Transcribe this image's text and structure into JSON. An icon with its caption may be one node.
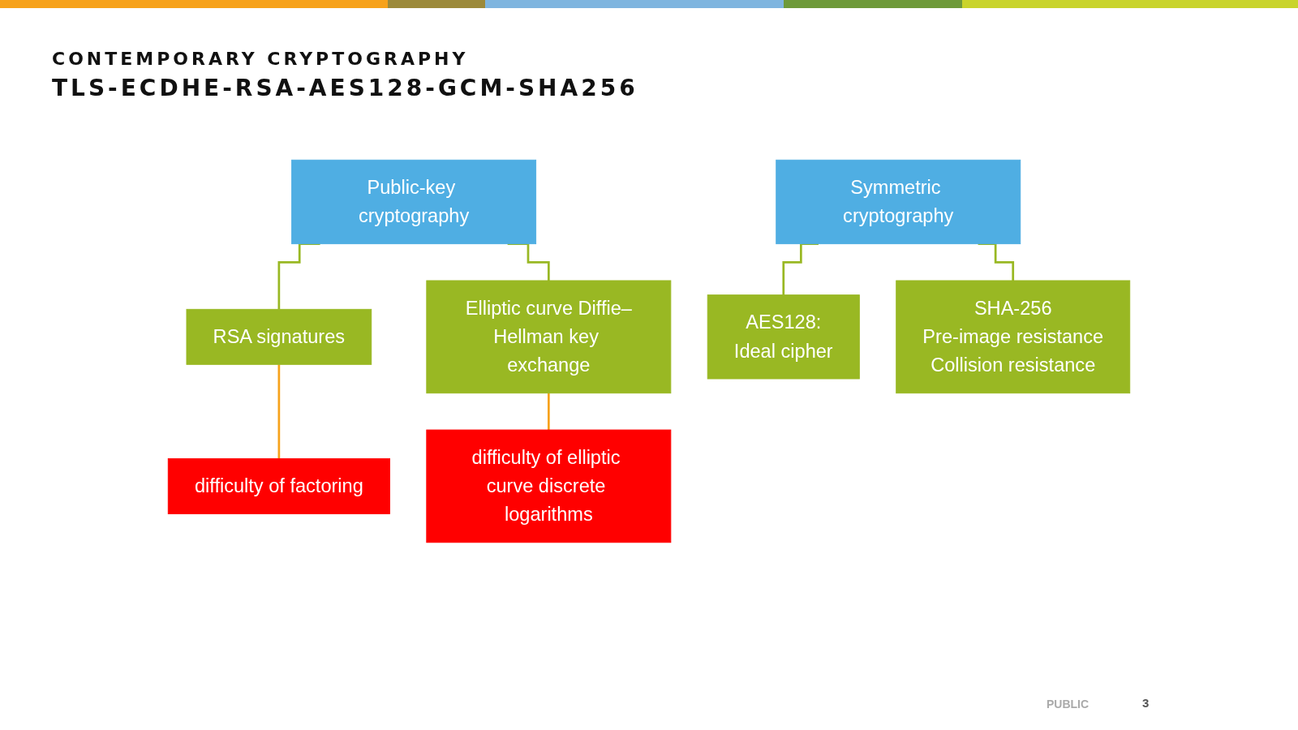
{
  "diagram": {
    "title": "CONTEMPORARY CRYPTOGRAPHY",
    "nodes": [
      {
        "text": [
          "Public-key cryptography"
        ]
      },
      {
        "text": [
          "Symmetric cryptography"
        ]
      },
      {
        "text": [
          "RSA signatures"
        ]
      },
      {
        "text": [
          "Elliptic curve Diffie–Hellman key exchange"
        ]
      },
      {
        "text": [
          "AES128:",
          "Ideal cipher"
        ]
      },
      {
        "text": [
          "SHA-256",
          "Pre-image resistance",
          "Collision resistance"
        ]
      },
      {
        "text": [
          "difficulty of factoring"
        ]
      },
      {
        "text": [
          "difficulty of elliptic curve discrete logarithms"
        ]
      }
    ],
    "edges": [
      {
        "from": 0,
        "to": 2,
        "arrow": "none"
      },
      {
        "from": 0,
        "to": 3,
        "arrow": "none"
      },
      {
        "from": 1,
        "to": 4,
        "arrow": "none"
      },
      {
        "from": 1,
        "to": 5,
        "arrow": "none"
      },
      {
        "from": 2,
        "to": 6,
        "arrow": "none",
        "color": "#f7a21b"
      },
      {
        "from": 3,
        "to": 7,
        "arrow": "none",
        "color": "#f7a21b"
      }
    ],
    "labels": [
      "TLS-ECDHE-RSA-AES128-GCM-SHA256",
      "PUBLIC",
      "3"
    ]
  }
}
